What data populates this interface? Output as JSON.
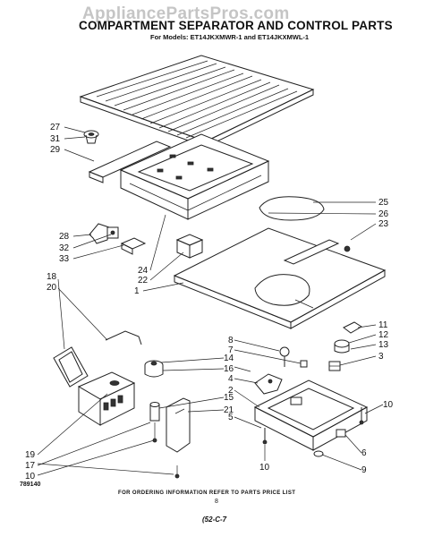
{
  "watermark": "AppliancePartsPros.com",
  "title": "COMPARTMENT SEPARATOR AND CONTROL PARTS",
  "subtitle": "For Models: ET14JKXMWR-1 and ET14JKXMWL-1",
  "bottom_code": "789140",
  "ordering_note": "FOR ORDERING INFORMATION REFER TO PARTS PRICE LIST",
  "page_number": "8",
  "revision": "(52-C-7",
  "callouts": {
    "c27": "27",
    "c31": "31",
    "c29": "29",
    "c28": "28",
    "c32": "32",
    "c33": "33",
    "c24": "24",
    "c22": "22",
    "c1": "1",
    "c25": "25",
    "c26": "26",
    "c23": "23",
    "c18": "18",
    "c20": "20",
    "c8": "8",
    "c7": "7",
    "c14a": "14",
    "c14b": "14",
    "c16": "16",
    "c4": "4",
    "c2": "2",
    "c15": "15",
    "c21": "21",
    "c5": "5",
    "c11": "11",
    "c12": "12",
    "c13": "13",
    "c3": "3",
    "c10a": "10",
    "c10b": "10",
    "c10c": "10",
    "c6": "6",
    "c9": "9",
    "c19": "19",
    "c17": "17"
  }
}
